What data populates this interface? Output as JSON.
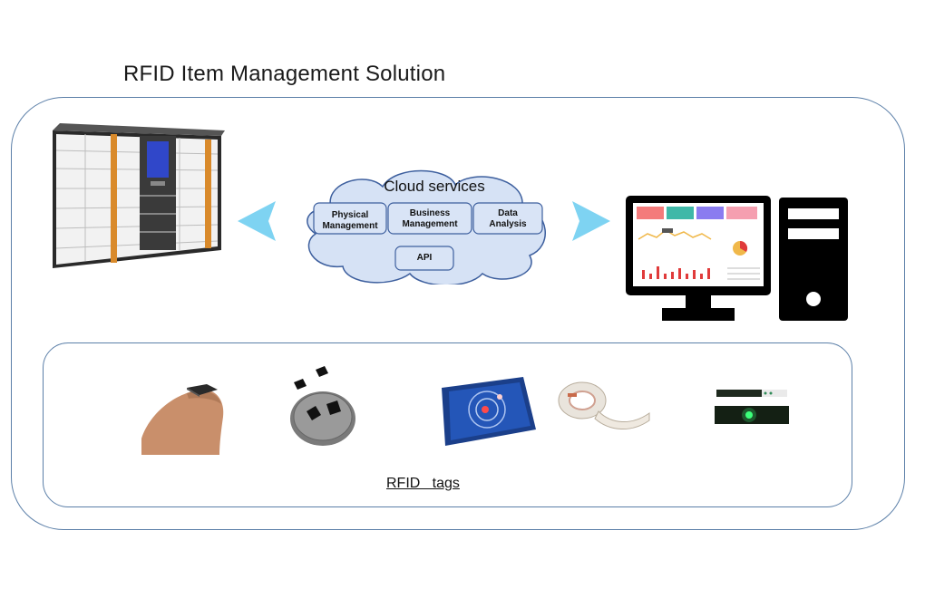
{
  "title": "RFID Item Management Solution",
  "cloud": {
    "title": "Cloud services",
    "boxes": [
      {
        "line1": "Physical",
        "line2": "Management"
      },
      {
        "line1": "Business",
        "line2": "Management"
      },
      {
        "line1": "Data",
        "line2": "Analysis"
      }
    ],
    "api": "API"
  },
  "tags_label": "RFID   tags",
  "colors": {
    "frame": "#5b7fa8",
    "arrow": "#7ed3f2",
    "cloud_fill": "#d6e2f5",
    "cloud_stroke": "#3d5f9e",
    "locker_accent": "#d98a2b",
    "locker_screen": "#3047c9"
  },
  "icons": [
    "smart-locker-icon",
    "cloud-icon",
    "left-arrow-icon",
    "right-arrow-icon",
    "monitor-icon",
    "pc-tower-icon",
    "rfid-tag-fingertip-icon",
    "rfid-tag-coin-icon",
    "rfid-tag-phone-icon",
    "rfid-tag-roll-icon",
    "rfid-tag-strip-icon"
  ]
}
